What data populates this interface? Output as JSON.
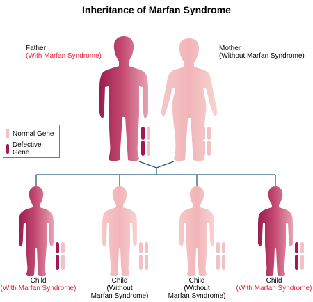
{
  "title": "Inheritance of Marfan Syndrome",
  "parents": {
    "father": {
      "label": "Father",
      "status": "(With Marfan Syndrome)"
    },
    "mother": {
      "label": "Mother",
      "status": "(Without Marfan Syndrome)"
    }
  },
  "legend": {
    "normal": "Normal Gene",
    "defective": "Defective Gene"
  },
  "children": [
    {
      "label": "Child",
      "status": "(With Marfan Syndrome)",
      "affected": true
    },
    {
      "label": "Child",
      "status_line1": "(Without",
      "status_line2": "Marfan Syndrome)",
      "affected": false
    },
    {
      "label": "Child",
      "status_line1": "(Without",
      "status_line2": "Marfan Syndrome)",
      "affected": false
    },
    {
      "label": "Child",
      "status": "(With Marfan Syndrome)",
      "affected": true
    }
  ],
  "colors": {
    "affected_body": "#b5325f",
    "unaffected_body": "#f2b9bc",
    "defective_gene": "#a4184f",
    "normal_gene": "#f1c1c4",
    "status_text": "#e8213c",
    "tree_line": "#2c5a78"
  }
}
